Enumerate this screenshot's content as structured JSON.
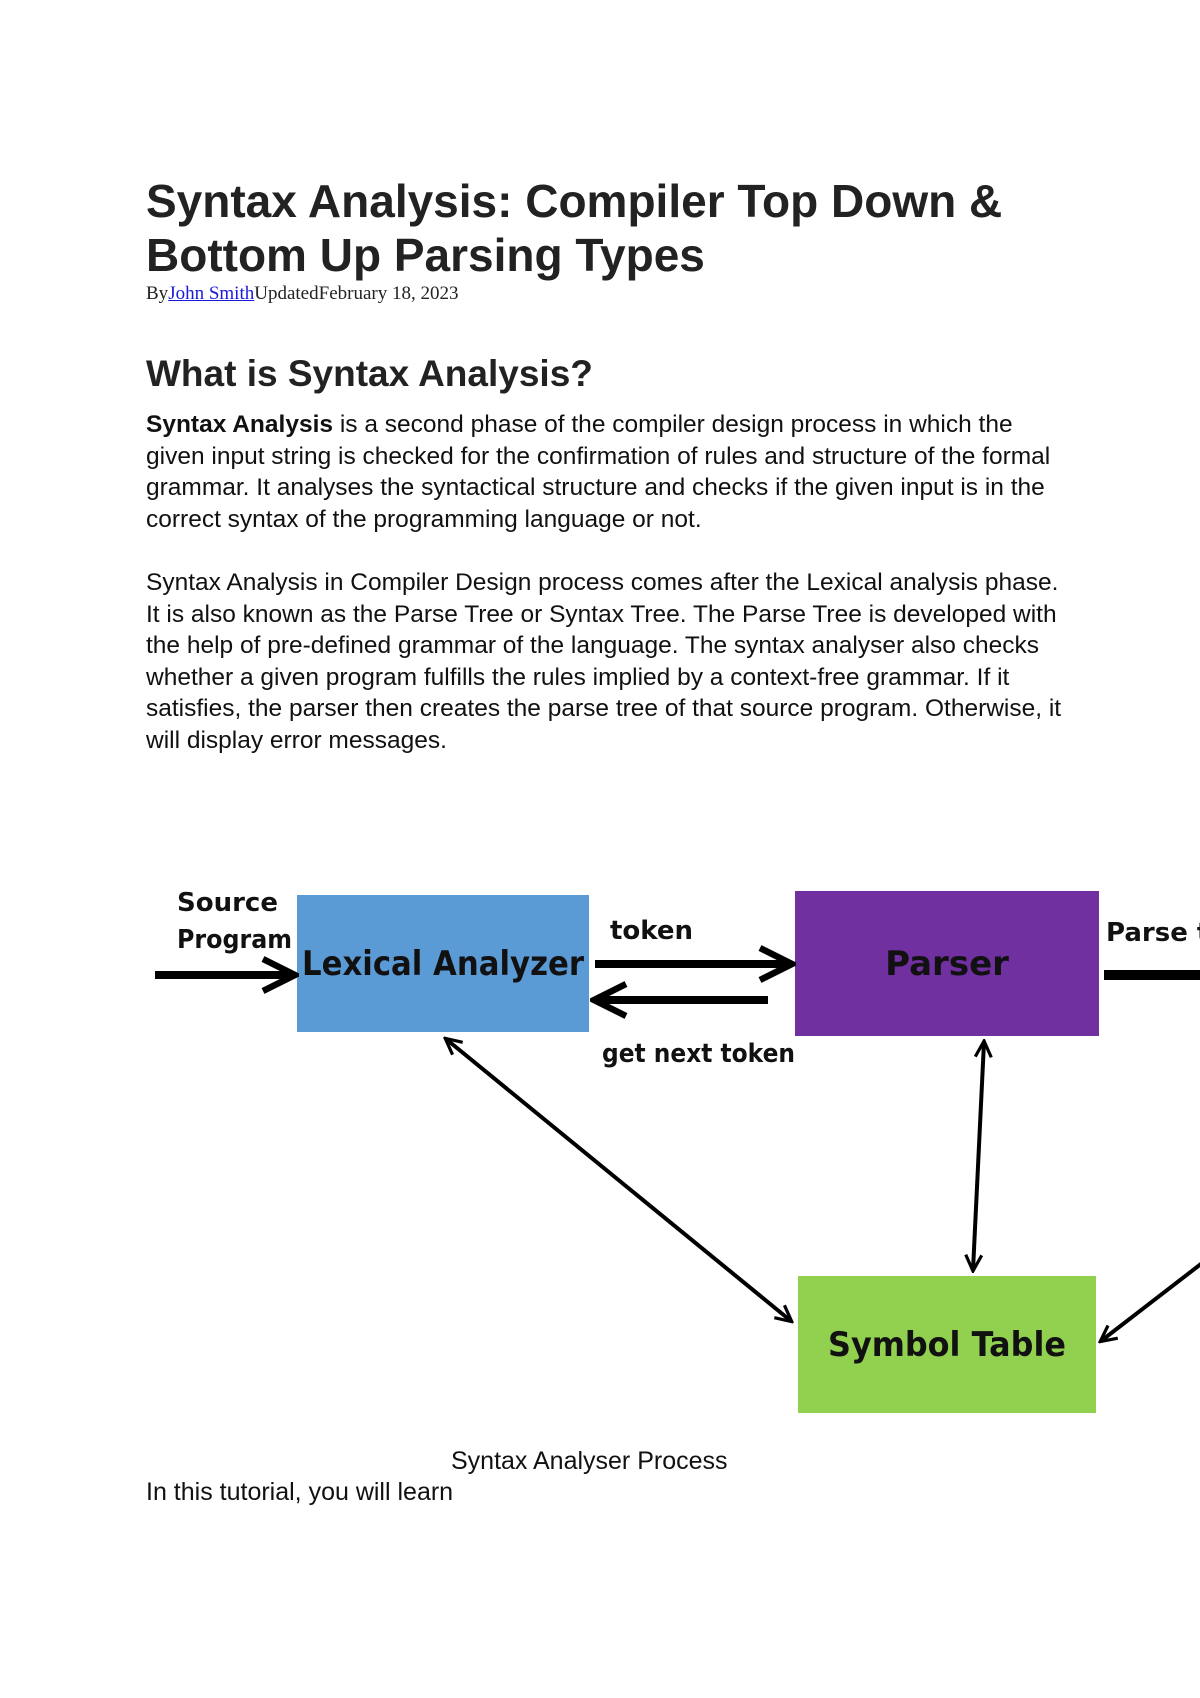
{
  "article": {
    "title": "Syntax Analysis: Compiler Top Down & Bottom Up Parsing Types",
    "byline": {
      "by_label": "By",
      "author": "John Smith",
      "updated_label": "Updated",
      "date": "February 18, 2023"
    },
    "section_heading": "What is Syntax Analysis?",
    "paragraph1": {
      "term": "Syntax Analysis",
      "text": " is a second phase of the compiler design process in which the given input string is checked for the confirmation of rules and structure of the formal grammar. It analyses the syntactical structure and checks if the given input is in the correct syntax of the programming language or not."
    },
    "paragraph2": "Syntax Analysis in Compiler Design process comes after the Lexical analysis phase. It is also known as the Parse Tree or Syntax Tree. The Parse Tree is developed with the help of pre-defined grammar of the language. The syntax analyser also checks whether a given program fulfills the rules implied by a context-free grammar. If it satisfies, the parser then creates the parse tree of that source program. Otherwise, it will display error messages.",
    "tutorial_intro": "In this tutorial, you will learn"
  },
  "figure": {
    "caption": "Syntax Analyser Process",
    "source_label_line1": "Source",
    "source_label_line2": "Program",
    "lexical_box": "Lexical Analyzer",
    "parser_box": "Parser",
    "symbol_table_box": "Symbol Table",
    "token_label": "token",
    "get_next_token_label": "get next token",
    "parse_tree_label": "Parse t",
    "colors": {
      "lexical_box": "#5b9bd5",
      "parser_box": "#7030a0",
      "symbol_table_box": "#92d050",
      "arrow": "#000000"
    }
  },
  "colors": {
    "link": "#1a1adb",
    "text": "#111111"
  }
}
